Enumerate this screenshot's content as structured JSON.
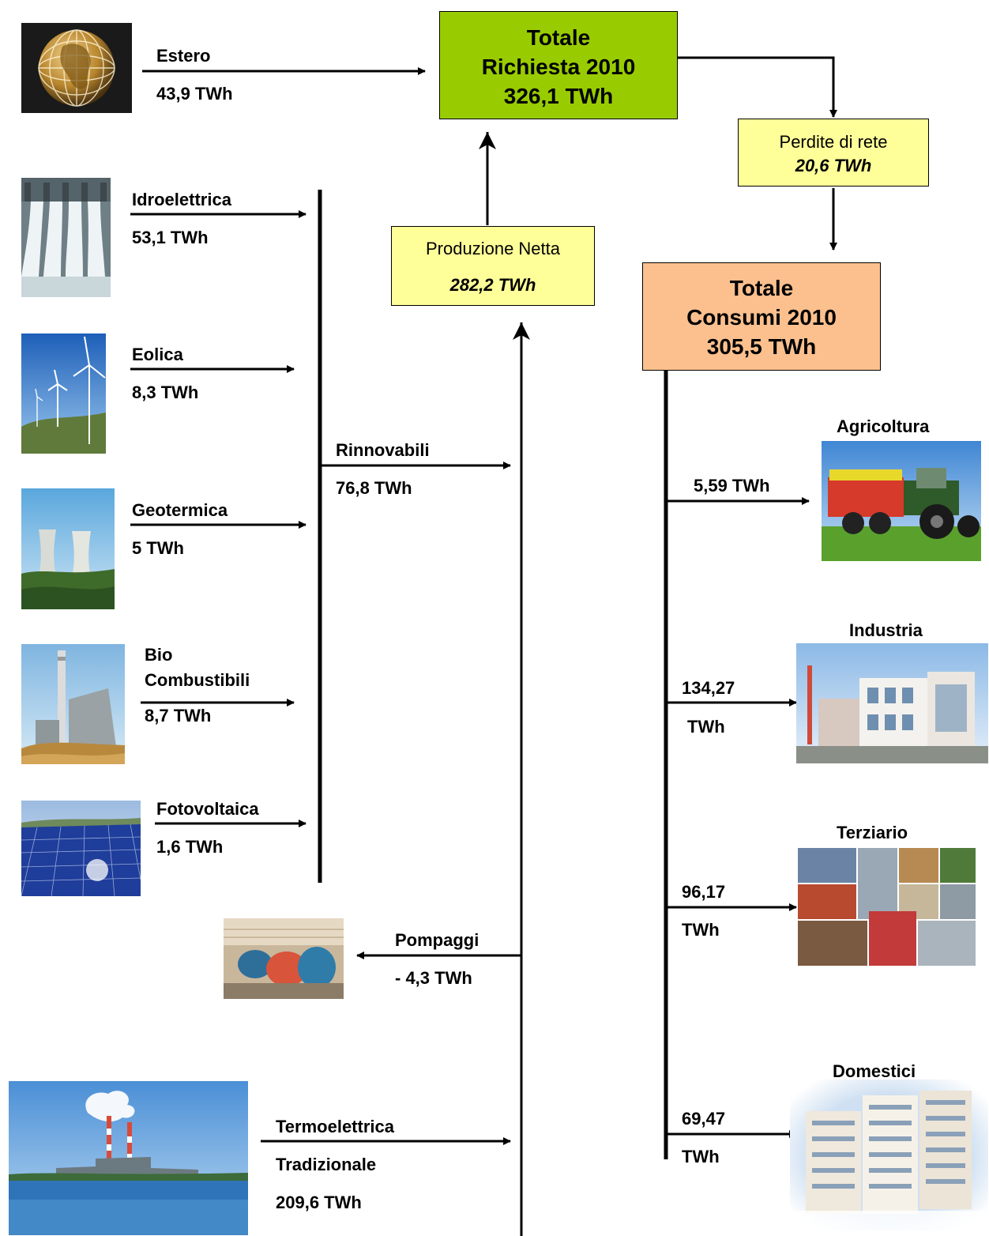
{
  "colors": {
    "richiesta_box": "#99cc00",
    "consumi_box": "#fbc08e",
    "note_box": "#ffff99",
    "line": "#000000"
  },
  "totale_richiesta": {
    "line1": "Totale",
    "line2": "Richiesta 2010",
    "line3": "326,1 TWh"
  },
  "perdite": {
    "label": "Perdite di rete",
    "value": "20,6 TWh"
  },
  "produzione": {
    "label": "Produzione Netta",
    "value": "282,2 TWh"
  },
  "totale_consumi": {
    "line1": "Totale",
    "line2": "Consumi 2010",
    "line3": "305,5 TWh"
  },
  "estero": {
    "label": "Estero",
    "value": "43,9 TWh",
    "icon": "globe-icon"
  },
  "rinnovabili": {
    "label": "Rinnovabili",
    "value": "76,8 TWh"
  },
  "sources": [
    {
      "label": "Idroelettrica",
      "value": "53,1 TWh",
      "icon": "hydro-dam-photo"
    },
    {
      "label": "Eolica",
      "value": "8,3 TWh",
      "icon": "wind-turbines-photo"
    },
    {
      "label": "Geotermica",
      "value": "5 TWh",
      "icon": "cooling-towers-photo"
    },
    {
      "label_line1": "Bio",
      "label_line2": "Combustibili",
      "value": "8,7 TWh",
      "icon": "biomass-plant-photo"
    },
    {
      "label": "Fotovoltaica",
      "value": "1,6 TWh",
      "icon": "solar-panels-photo"
    }
  ],
  "pompaggi": {
    "label": "Pompaggi",
    "value": "- 4,3 TWh",
    "icon": "pump-turbines-photo"
  },
  "termo": {
    "label_line1": "Termoelettrica",
    "label_line2": "Tradizionale",
    "value": "209,6 TWh",
    "icon": "thermal-plant-photo"
  },
  "sectors": [
    {
      "name": "Agricoltura",
      "value": "5,59 TWh",
      "icon": "tractor-photo"
    },
    {
      "name": "Industria",
      "value_line1": "134,27",
      "value_line2": "TWh",
      "icon": "factory-photo"
    },
    {
      "name": "Terziario",
      "value_line1": "96,17",
      "value_line2": "TWh",
      "icon": "services-collage-photo"
    },
    {
      "name": "Domestici",
      "value_line1": "69,47",
      "value_line2": "TWh",
      "icon": "apartments-photo"
    }
  ]
}
